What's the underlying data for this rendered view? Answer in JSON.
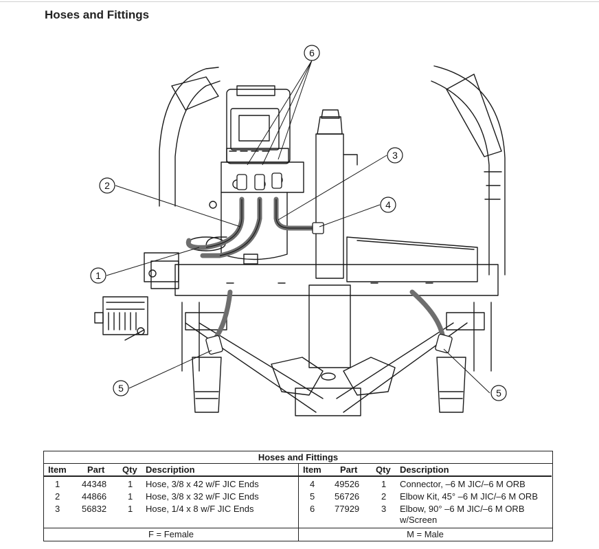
{
  "page": {
    "title": "Hoses and Fittings"
  },
  "callouts": [
    {
      "id": "c6",
      "label": "6"
    },
    {
      "id": "c3",
      "label": "3"
    },
    {
      "id": "c2",
      "label": "2"
    },
    {
      "id": "c4",
      "label": "4"
    },
    {
      "id": "c1",
      "label": "1"
    },
    {
      "id": "c5a",
      "label": "5"
    },
    {
      "id": "c5b",
      "label": "5"
    }
  ],
  "table": {
    "title": "Hoses and Fittings",
    "headers": {
      "item": "Item",
      "part": "Part",
      "qty": "Qty",
      "description": "Description"
    },
    "left_rows": [
      {
        "item": "1",
        "part": "44348",
        "qty": "1",
        "description": "Hose, 3/8 x 42 w/F JIC Ends"
      },
      {
        "item": "2",
        "part": "44866",
        "qty": "1",
        "description": "Hose, 3/8 x 32 w/F JIC Ends"
      },
      {
        "item": "3",
        "part": "56832",
        "qty": "1",
        "description": "Hose, 1/4 x 8 w/F JIC Ends"
      }
    ],
    "right_rows": [
      {
        "item": "4",
        "part": "49526",
        "qty": "1",
        "description": "Connector, –6 M JIC/–6 M ORB"
      },
      {
        "item": "5",
        "part": "56726",
        "qty": "2",
        "description": "Elbow Kit, 45° –6 M JIC/–6 M ORB"
      },
      {
        "item": "6",
        "part": "77929",
        "qty": "3",
        "description": "Elbow, 90° –6 M JIC/–6 M ORB w/Screen"
      }
    ],
    "footer": {
      "left": "F = Female",
      "right": "M = Male"
    }
  },
  "colors": {
    "line": "#1a1a1a",
    "hose": "#6e6e6e",
    "border": "#222222"
  }
}
